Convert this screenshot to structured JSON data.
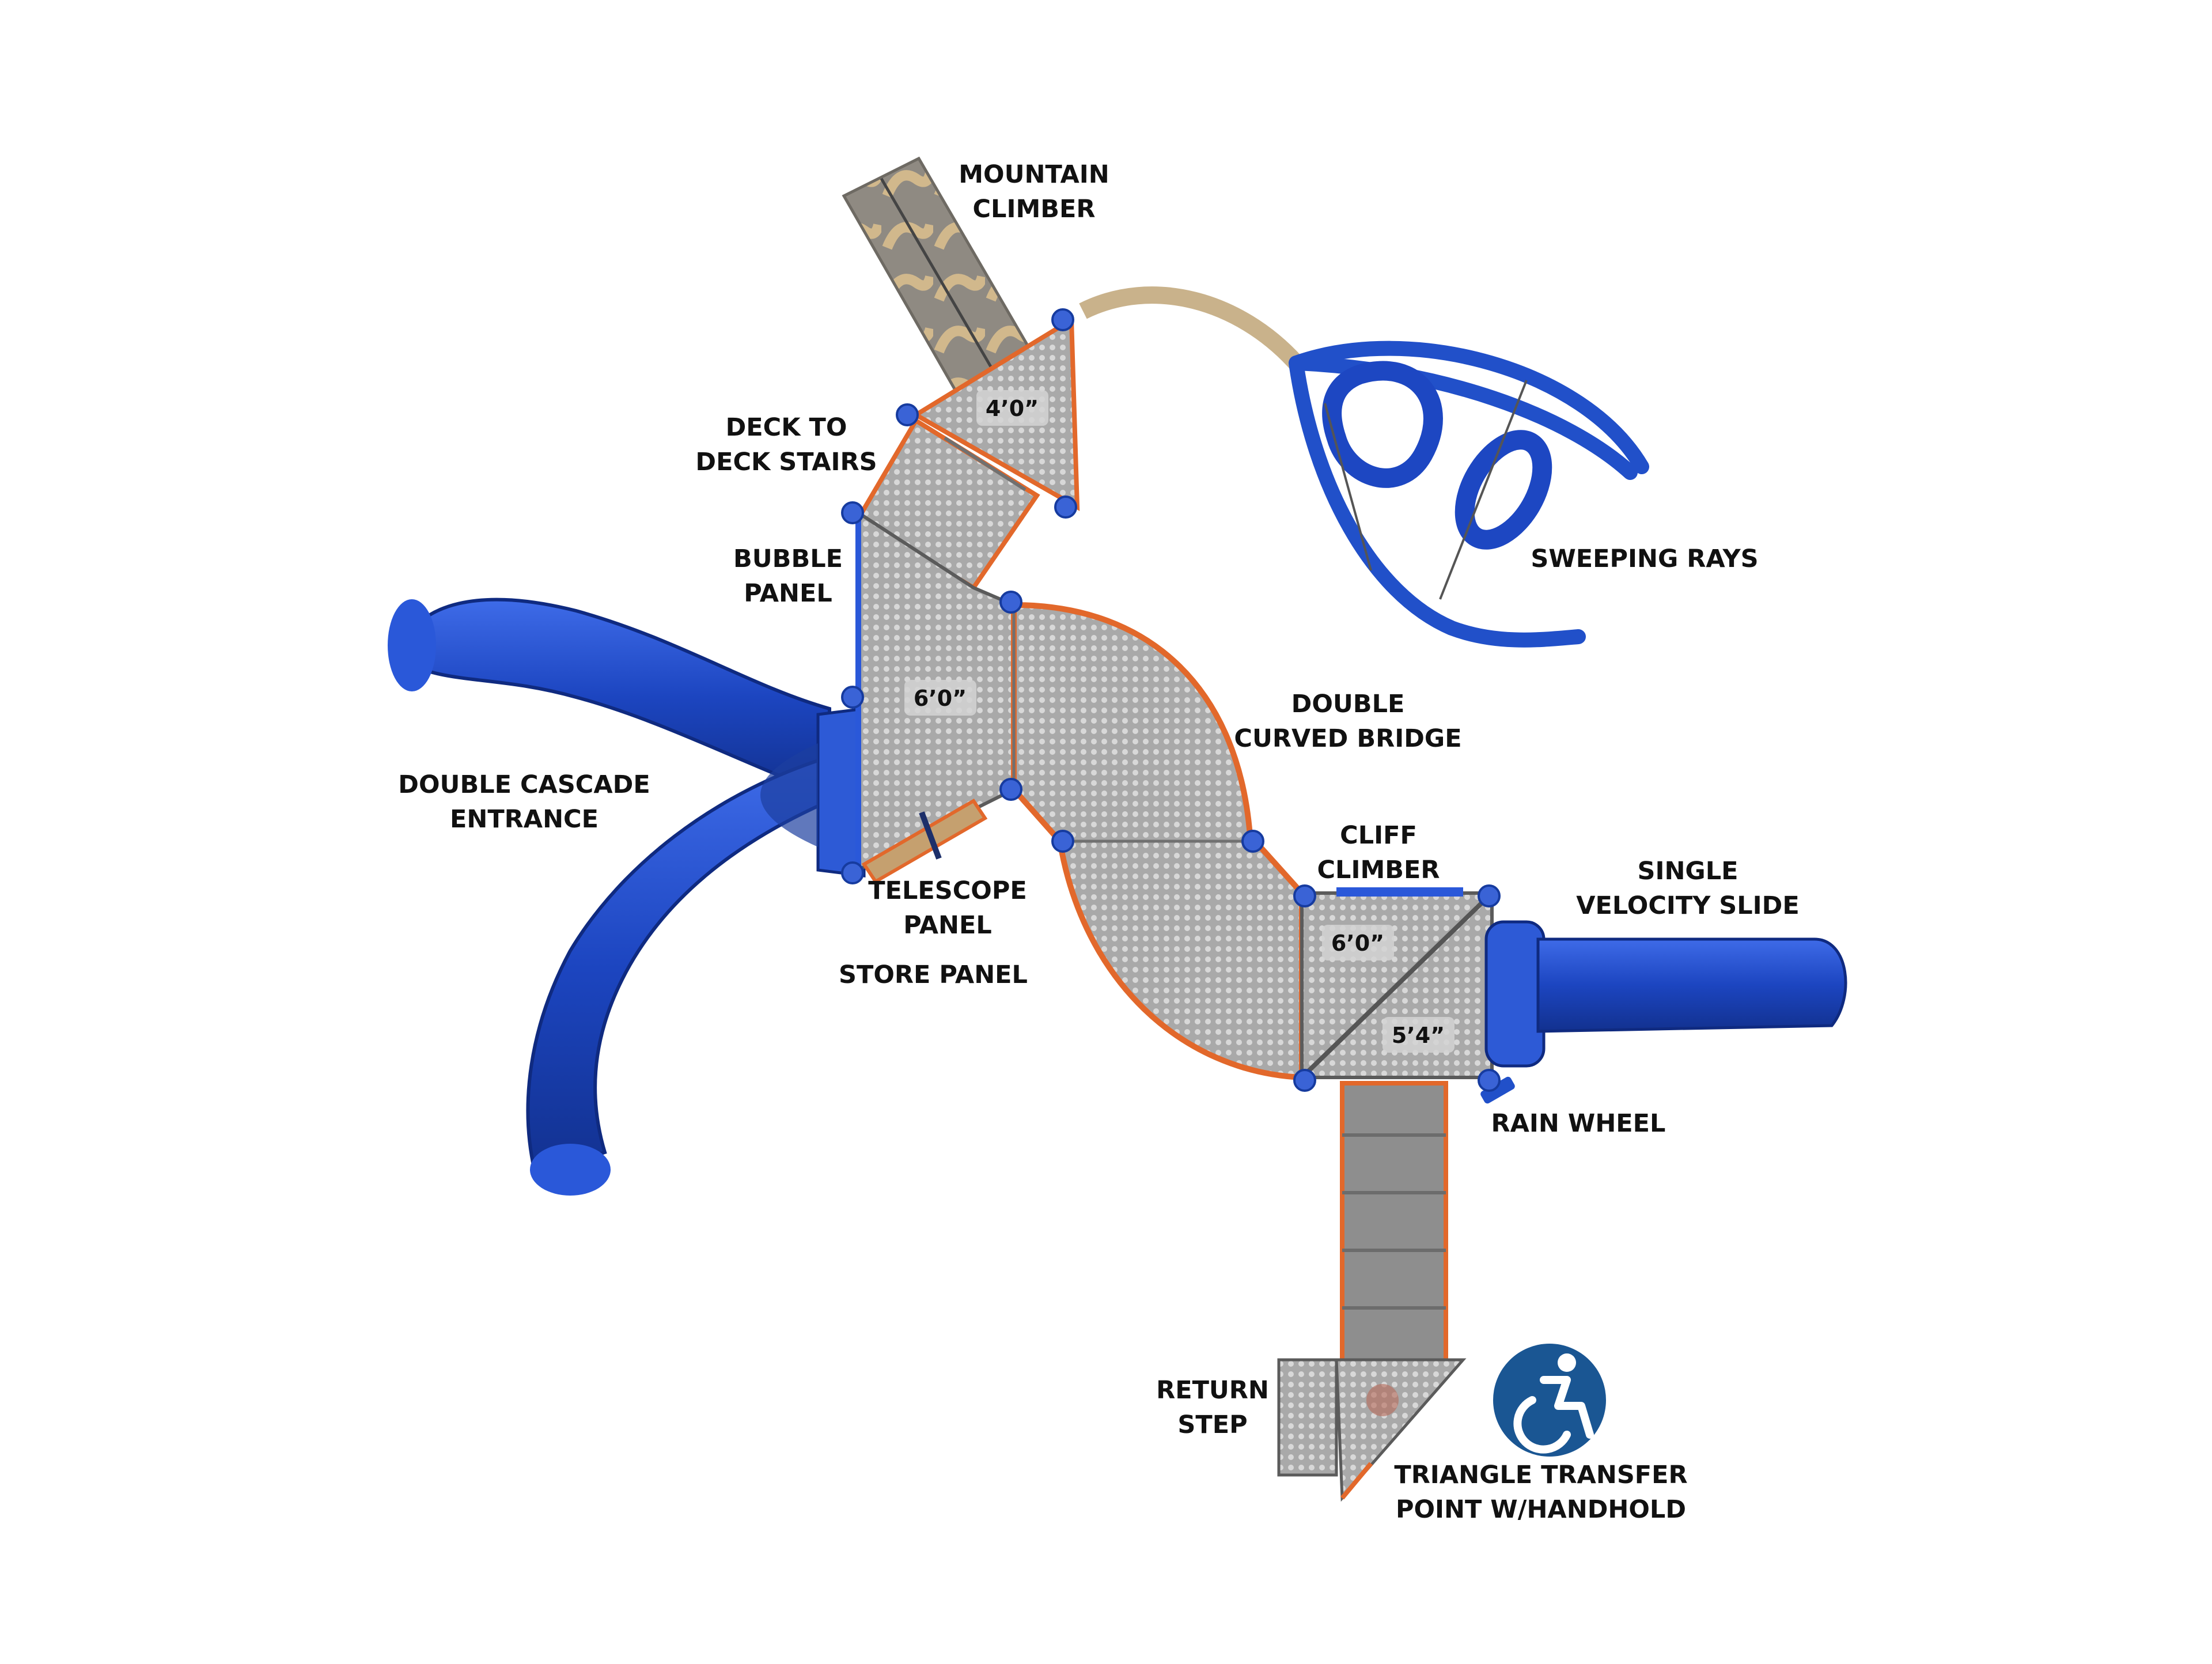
{
  "diagram": {
    "labels": {
      "mountain_climber": [
        "MOUNTAIN",
        "CLIMBER"
      ],
      "deck_to_deck_stairs": [
        "DECK TO",
        "DECK STAIRS"
      ],
      "bubble_panel": [
        "BUBBLE",
        "PANEL"
      ],
      "double_cascade_entrance": [
        "DOUBLE CASCADE",
        "ENTRANCE"
      ],
      "telescope_panel": [
        "TELESCOPE",
        "PANEL"
      ],
      "store_panel": [
        "STORE PANEL"
      ],
      "sweeping_rays": [
        "SWEEPING RAYS"
      ],
      "double_curved_bridge": [
        "DOUBLE",
        "CURVED BRIDGE"
      ],
      "cliff_climber": [
        "CLIFF",
        "CLIMBER"
      ],
      "single_velocity_slide": [
        "SINGLE",
        "VELOCITY SLIDE"
      ],
      "rain_wheel": [
        "RAIN WHEEL"
      ],
      "return_step": [
        "RETURN",
        "STEP"
      ],
      "triangle_transfer_point": [
        "TRIANGLE TRANSFER",
        "POINT W/HANDHOLD"
      ]
    },
    "deck_heights": {
      "top_deck": "4’0”",
      "left_deck": "6’0”",
      "right_deck": "6’0”",
      "right_lower_deck": "5’4”"
    },
    "icons": {
      "accessibility": "wheelchair-accessibility-icon"
    },
    "colors": {
      "slide_blue": "#1f49c4",
      "deck_gray": "#a7a7a7",
      "trim_orange": "#e2682b",
      "post_blue": "#3a63d6",
      "accessibility_blue": "#1a5693",
      "climber_tan": "#c9b28b"
    }
  }
}
